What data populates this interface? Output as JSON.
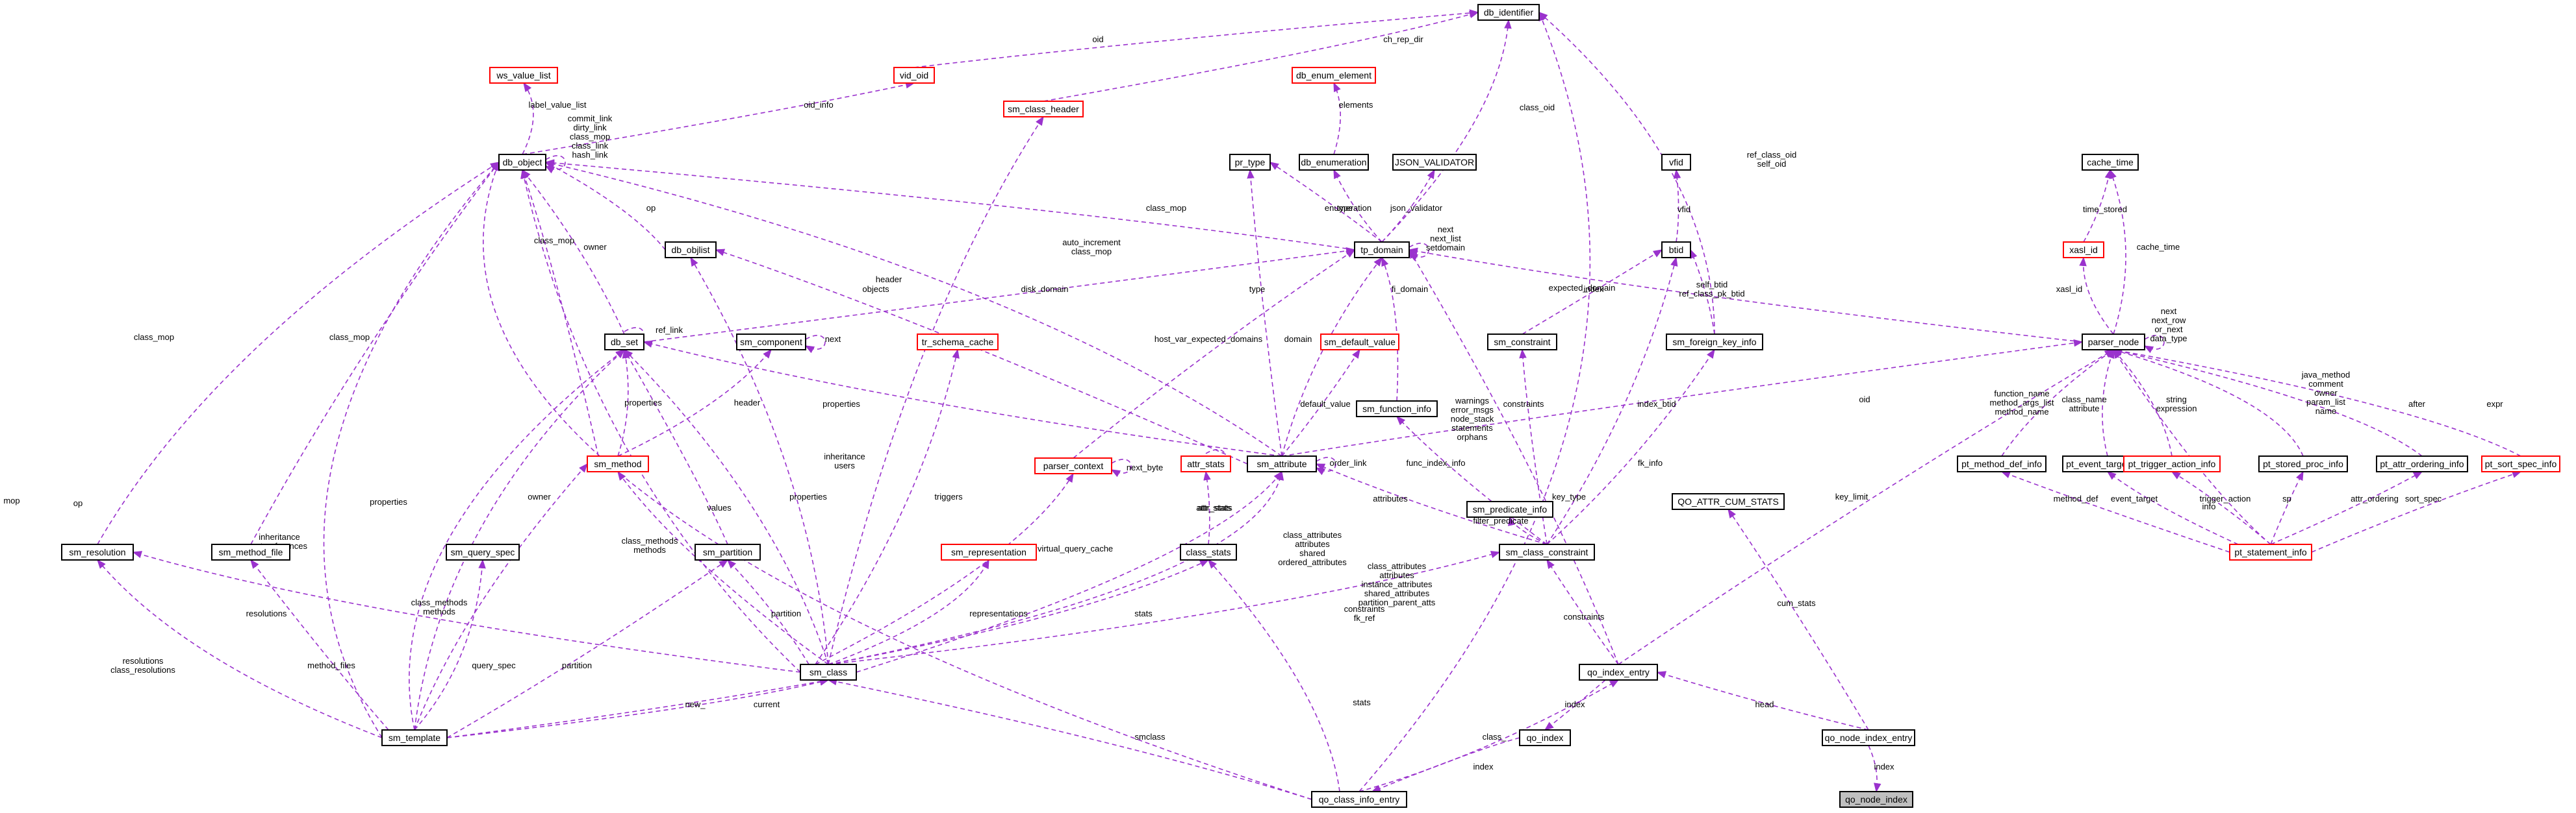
{
  "colors": {
    "edge": "#9a32cd",
    "box": "#000000",
    "box_red": "#ff0000",
    "focus_fill": "#bfbfbf"
  },
  "nodes": {
    "qo_node_index": "qo_node_index",
    "qo_node_index_entry": "qo_node_index_entry",
    "qo_index": "qo_index",
    "qo_index_entry": "qo_index_entry",
    "qo_class_info_entry": "qo_class_info_entry",
    "qo_attr_cum_stats": "QO_ATTR_CUM_STATS",
    "sm_class": "sm_class",
    "sm_template": "sm_template",
    "sm_resolution": "sm_resolution",
    "sm_method_file": "sm_method_file",
    "sm_query_spec": "sm_query_spec",
    "sm_partition": "sm_partition",
    "sm_representation": "sm_representation",
    "class_stats": "class_stats",
    "attr_stats": "attr_stats",
    "sm_attribute": "sm_attribute",
    "sm_method": "sm_method",
    "sm_component": "sm_component",
    "tr_schema_cache": "tr_schema_cache",
    "parser_context": "parser_context",
    "sm_default_value": "sm_default_value",
    "sm_function_info": "sm_function_info",
    "sm_predicate_info": "sm_predicate_info",
    "sm_class_constraint": "sm_class_constraint",
    "sm_constraint": "sm_constraint",
    "sm_foreign_key_info": "sm_foreign_key_info",
    "db_set": "db_set",
    "db_objlist": "db_objlist",
    "db_object": "db_object",
    "ws_value_list": "ws_value_list",
    "vid_oid": "vid_oid",
    "sm_class_header": "sm_class_header",
    "db_identifier": "db_identifier",
    "db_enum_element": "db_enum_element",
    "db_enumeration": "db_enumeration",
    "json_validator": "JSON_VALIDATOR",
    "pr_type": "pr_type",
    "tp_domain": "tp_domain",
    "vfid": "vfid",
    "btid": "btid",
    "cache_time": "cache_time",
    "xasl_id": "xasl_id",
    "parser_node": "parser_node",
    "pt_method_def_info": "pt_method_def_info",
    "pt_event_target_info": "pt_event_target_info",
    "pt_trigger_action_info": "pt_trigger_action_info",
    "pt_stored_proc_info": "pt_stored_proc_info",
    "pt_attr_ordering_info": "pt_attr_ordering_info",
    "pt_sort_spec_info": "pt_sort_spec_info",
    "pt_statement_info": "pt_statement_info"
  },
  "edge_labels": {
    "index": "index",
    "head": "head",
    "cum_stats": "cum_stats",
    "next": "next",
    "class_": "class_",
    "smclass": "smclass",
    "stats": "stats",
    "constraints": "constraints",
    "key_limit": "key_limit",
    "key_type": "key_type",
    "oid": "oid",
    "mop": "mop",
    "op": "op",
    "new_": "new_",
    "current": "current",
    "resolutions": "resolutions",
    "resolutions_class": "resolutions\nclass_resolutions",
    "method_files": "method_files",
    "query_spec": "query_spec",
    "partition": "partition",
    "representations": "representations",
    "class_stats_fk": "constraints\nfk_ref",
    "class_attrs": "class_attributes\nattributes\ninstance_attributes\nshared_attributes\npartition_parent_atts",
    "attrs_tpl": "class_attributes\nattributes\nshared\nordered_attributes",
    "class_methods": "class_methods\nmethods",
    "virtual_query_cache": "virtual_query_cache",
    "triggers": "triggers",
    "inheritance_users": "inheritance\nusers",
    "inheritance_ext": "inheritance\next_references",
    "properties": "properties",
    "header": "header",
    "owner": "owner",
    "class_mop": "class_mop",
    "values": "values",
    "ref_link": "ref_link",
    "objects": "objects",
    "attr_stats": "attr_stats",
    "order_link": "order_link",
    "default_value": "default_value",
    "domain": "domain",
    "type": "type",
    "auto_increment": "auto_increment\nclass_mop",
    "host_var": "host_var_expected_domains",
    "disk_domain": "disk_domain",
    "next_byte": "next_byte",
    "warnings": "warnings\nerror_msgs\nnode_stack\nstatements\norphans",
    "attributes": "attributes",
    "func_index_info": "func_index_info",
    "filter_predicate": "filter_predicate",
    "fk_info": "fk_info",
    "index_btid": "index_btid",
    "self_btid": "self_btid\nref_class_pk_btid",
    "ref_class_oid": "ref_class_oid\nself_oid",
    "class_oid": "class_oid",
    "fi_domain": "fi_domain",
    "setdomain": "next\nnext_list\nsetdomain",
    "enumeration": "enumeration",
    "json_validator_lbl": "json_validator",
    "elements": "elements",
    "ch_rep_dir": "ch_rep_dir",
    "oid_info": "oid_info",
    "label_value_list": "label_value_list",
    "dbobj_self": "commit_link\ndirty_link\nclass_mop\nclass_link\nhash_link",
    "vfid": "vfid",
    "expected_domain": "expected_domain",
    "xasl_id": "xasl_id",
    "time_stored": "time_stored",
    "cache_time": "cache_time",
    "pn_self": "next\nnext_row\nor_next\ndata_type",
    "function_name": "function_name\nmethod_args_list\nmethod_name",
    "class_name": "class_name\nattribute",
    "string_expr": "string\nexpression",
    "info": "info",
    "java_method": "java_method\ncomment\nowner\nparam_list\nname",
    "after": "after",
    "expr": "expr",
    "method_def": "method_def",
    "event_target": "event_target",
    "trigger_action": "trigger_action",
    "sp": "sp",
    "attr_ordering": "attr_ordering",
    "sort_spec": "sort_spec"
  }
}
